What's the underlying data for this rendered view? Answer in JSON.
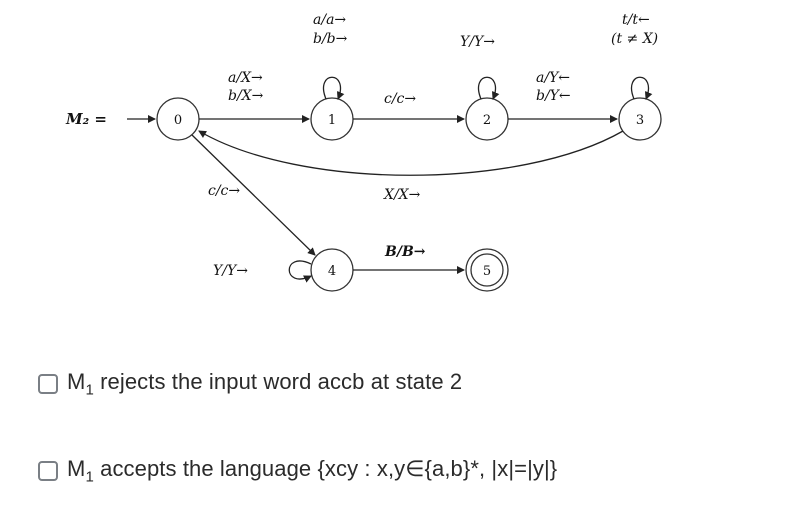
{
  "diagram": {
    "machine_label": "M₂ =",
    "states": [
      "0",
      "1",
      "2",
      "3",
      "4",
      "5"
    ],
    "transitions": {
      "t01_line1": "a/X→",
      "t01_line2": "b/X→",
      "loop1_line1": "a/a→",
      "loop1_line2": "b/b→",
      "t12": "c/c→",
      "loop2": "Y/Y→",
      "t23_line1": "a/Y←",
      "t23_line2": "b/Y←",
      "loop3_line1": "t/t←",
      "loop3_line2": "(t ≠ X)",
      "t30": "X/X→",
      "t04": "c/c→",
      "loop4": "Y/Y→",
      "t45": "B/B→"
    }
  },
  "options": [
    {
      "prefix": "M",
      "sub": "1",
      "text": " rejects the input word accb at state 2"
    },
    {
      "prefix": "M",
      "sub": "1",
      "text": " accepts the language {xcy : x,y∈{a,b}*, |x|=|y|}"
    }
  ]
}
